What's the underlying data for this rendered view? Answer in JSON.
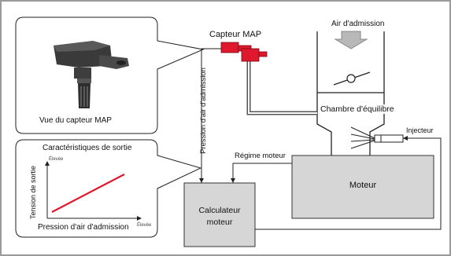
{
  "sensor_photo": {
    "caption": "Vue du capteur MAP"
  },
  "graph": {
    "title": "Caractéristiques de sortie",
    "y_axis_label": "Tension de sortie",
    "y_axis_hint": "Élevée",
    "x_axis_label": "Pression d'air d'admission",
    "x_axis_hint": "Élevée"
  },
  "labels": {
    "map_sensor": "Capteur MAP",
    "intake_air": "Air d'admission",
    "surge_tank": "Chambre d'équilibre",
    "injector": "Injecteur",
    "engine_speed": "Régime moteur",
    "engine": "Moteur",
    "ecu_line1": "Calculateur",
    "ecu_line2": "moteur",
    "intake_pressure_signal": "Pression d'air d'admission"
  },
  "colors": {
    "sensor_red": "#e0182d",
    "line_red": "#e0182d",
    "box_fill": "#d6d6d6",
    "arrow_gray": "#b8b8b8"
  }
}
